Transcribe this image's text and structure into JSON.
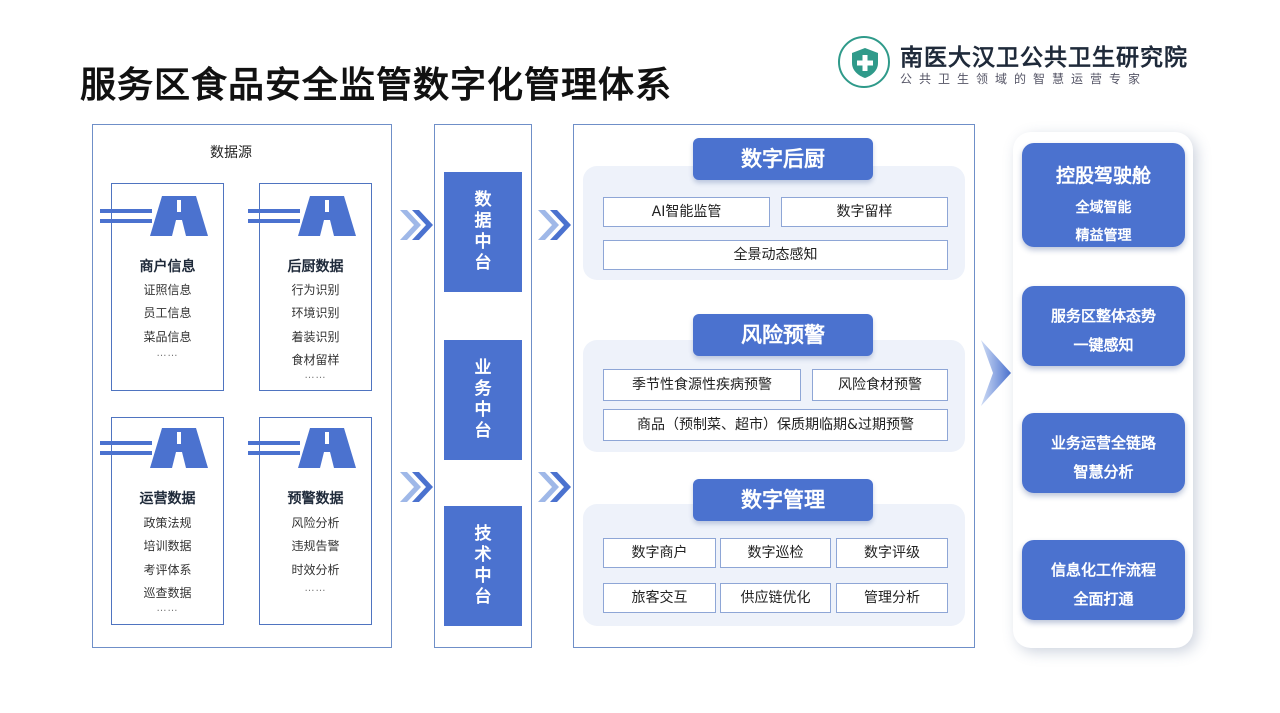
{
  "title": "服务区食品安全监管数字化管理体系",
  "org": {
    "name": "南医大汉卫公共卫生研究院",
    "slogan": "公共卫生领域的智慧运营专家"
  },
  "data_source": {
    "title": "数据源",
    "cards": [
      {
        "title": "商户信息",
        "items": [
          "证照信息",
          "员工信息",
          "菜品信息"
        ],
        "more": "……"
      },
      {
        "title": "后厨数据",
        "items": [
          "行为识别",
          "环境识别",
          "着装识别",
          "食材留样"
        ],
        "more": "……"
      },
      {
        "title": "运营数据",
        "items": [
          "政策法规",
          "培训数据",
          "考评体系",
          "巡查数据"
        ],
        "more": "……"
      },
      {
        "title": "预警数据",
        "items": [
          "风险分析",
          "违规告警",
          "时效分析"
        ],
        "more": "……"
      }
    ]
  },
  "middle": {
    "blocks": [
      {
        "chars": [
          "数",
          "据",
          "中",
          "台"
        ]
      },
      {
        "chars": [
          "业",
          "务",
          "中",
          "台"
        ]
      },
      {
        "chars": [
          "技",
          "术",
          "中",
          "台"
        ]
      }
    ]
  },
  "sections": {
    "digital_kitchen": {
      "title": "数字后厨",
      "items": [
        "AI智能监管",
        "数字留样",
        "全景动态感知"
      ]
    },
    "risk_warning": {
      "title": "风险预警",
      "items": [
        "季节性食源性疾病预警",
        "风险食材预警",
        "商品（预制菜、超市）保质期临期&过期预警"
      ]
    },
    "digital_management": {
      "title": "数字管理",
      "items": [
        "数字商户",
        "数字巡检",
        "数字评级",
        "旅客交互",
        "供应链优化",
        "管理分析"
      ]
    }
  },
  "outcomes": [
    {
      "heading": "控股驾驶舱",
      "lines": [
        "全域智能",
        "精益管理"
      ]
    },
    {
      "heading": "",
      "lines": [
        "服务区整体态势",
        "一键感知"
      ]
    },
    {
      "heading": "",
      "lines": [
        "业务运营全链路",
        "智慧分析"
      ]
    },
    {
      "heading": "",
      "lines": [
        "信息化工作流程",
        "全面打通"
      ]
    }
  ],
  "colors": {
    "primary": "#4b72cf",
    "border": "#6f8fc8",
    "section_bg": "#eef2fa",
    "logo": "#2f9a8a"
  },
  "icons": {
    "data_source": "highway-icon",
    "flow": "chevron-double-right-icon",
    "logo": "shield-cross-icon"
  }
}
